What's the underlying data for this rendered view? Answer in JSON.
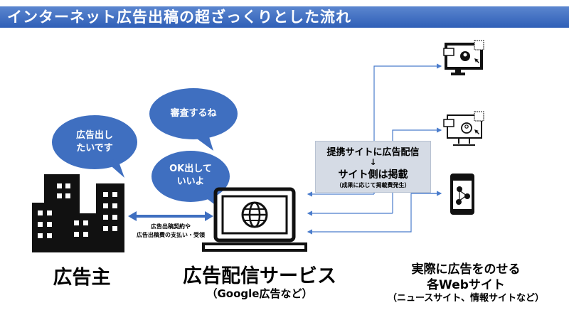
{
  "title": "インターネット広告出稿の超ざっくりとした流れ",
  "bubbles": {
    "advertiser": [
      "広告出し",
      "たいです"
    ],
    "review": "審査するね",
    "approval": [
      "OK出して",
      "いいよ"
    ]
  },
  "contract_note": [
    "広告出稿契約や",
    "広告出稿費の支払い・受領"
  ],
  "process_box": {
    "line1": "提携サイトに広告配信",
    "arrow": "↓",
    "line2": "サイト側は掲載",
    "note": "（成果に応じて掲載費発生）"
  },
  "labels": {
    "advertiser": "広告主",
    "ad_service": "広告配信サービス",
    "ad_service_example": "（Google広告など）",
    "websites_line1": "実際に広告をのせる",
    "websites_line2": "各Webサイト",
    "websites_example": "（ニュースサイト、情報サイトなど）"
  },
  "colors": {
    "accent": "#3f6fc0",
    "box": "#d5dbe5",
    "line": "#4a7ccc"
  }
}
